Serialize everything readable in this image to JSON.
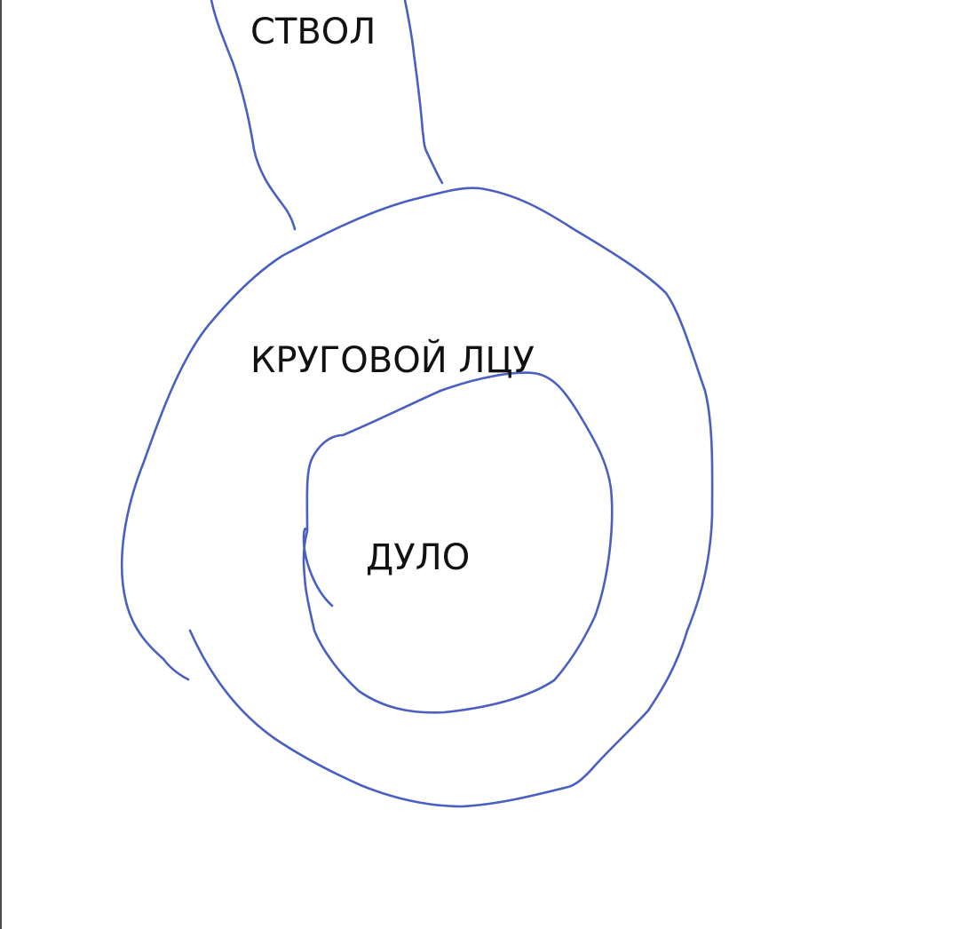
{
  "labels": {
    "barrel": "СТВОЛ",
    "ring": "КРУГОВОЙ ЛЦУ",
    "muzzle": "ДУЛО"
  },
  "colors": {
    "stroke": "#4a5fc1",
    "text": "#111111",
    "background": "#ffffff"
  }
}
